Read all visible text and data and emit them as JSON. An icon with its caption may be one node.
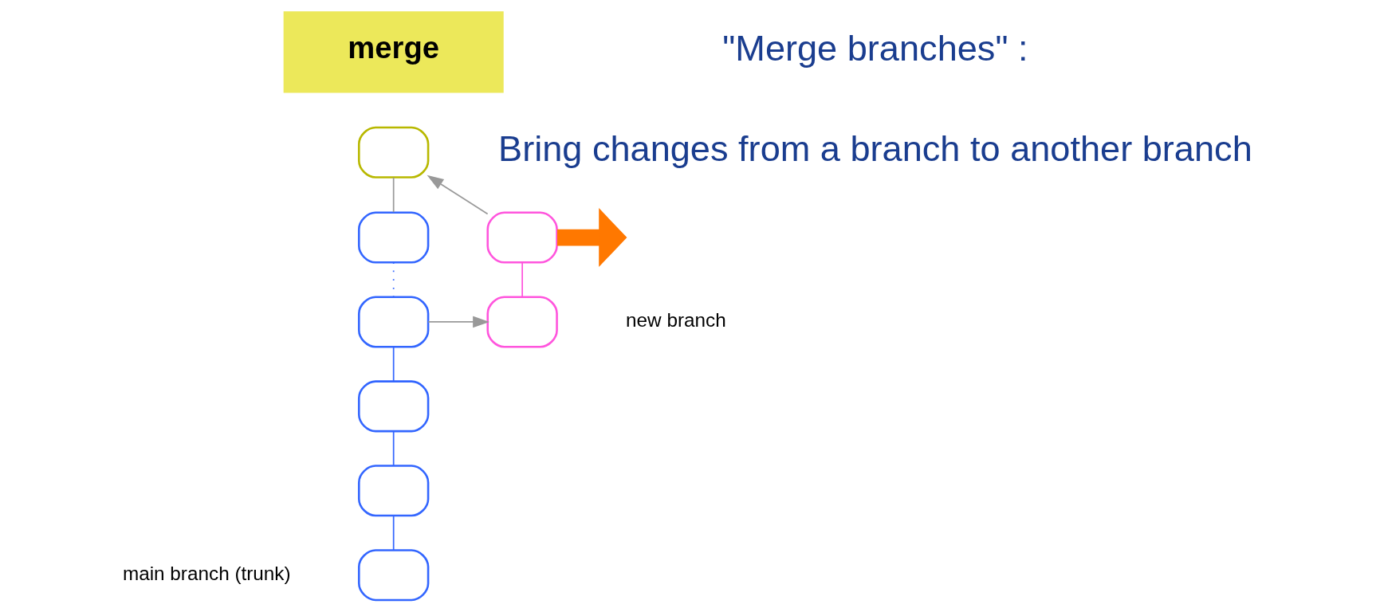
{
  "diagram": {
    "nodes": [
      {
        "text": [
          "merge"
        ]
      },
      {
        "text": [],
        "shape": "box"
      },
      {
        "text": [],
        "shape": "box"
      },
      {
        "text": [],
        "shape": "box"
      },
      {
        "text": [],
        "shape": "box"
      },
      {
        "text": [],
        "shape": "box"
      },
      {
        "text": [],
        "shape": "box"
      },
      {
        "text": [],
        "shape": "box"
      },
      {
        "text": [],
        "shape": "box"
      }
    ],
    "edges": [
      {
        "from": 1,
        "to": 2,
        "arrow": "none",
        "color": "#999999"
      },
      {
        "from": 2,
        "to": 3,
        "arrow": "none",
        "style": "dashed"
      },
      {
        "from": 3,
        "to": 4,
        "arrow": "none"
      },
      {
        "from": 4,
        "to": 5,
        "arrow": "none"
      },
      {
        "from": 5,
        "to": 6,
        "arrow": "none"
      },
      {
        "from": 3,
        "to": 8,
        "arrow": "to",
        "color": "#999999"
      },
      {
        "from": 7,
        "to": 8,
        "arrow": "none",
        "color": "#ff55dd"
      },
      {
        "from": 7,
        "to": 1,
        "arrow": "to",
        "color": "#999999"
      },
      {
        "from": 7,
        "to": null,
        "arrow": "to",
        "style": "thick",
        "color": "#ff7800"
      }
    ],
    "labels": [
      "\"Merge branches\" :",
      "Bring changes from a branch to another branch",
      "new branch",
      "main branch (trunk)"
    ]
  }
}
